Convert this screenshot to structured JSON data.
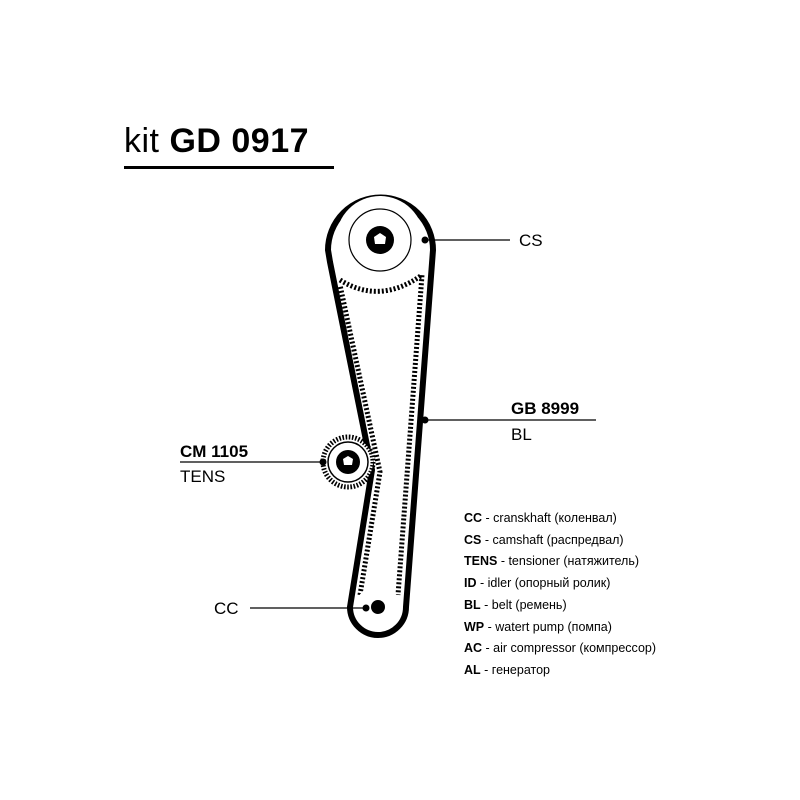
{
  "title": {
    "prefix": "kit",
    "code": "GD 0917"
  },
  "callouts": {
    "cs": "CS",
    "belt_code": "GB 8999",
    "belt_label": "BL",
    "tensioner_code": "CM 1105",
    "tensioner_label": "TENS",
    "cc": "CC"
  },
  "legend": [
    {
      "abbr": "CC",
      "text": "- cranskhaft (коленвал)"
    },
    {
      "abbr": "CS",
      "text": "- camshaft (распредвал)"
    },
    {
      "abbr": "TENS",
      "text": "- tensioner (натяжитель)"
    },
    {
      "abbr": "ID",
      "text": "- idler (опорный ролик)"
    },
    {
      "abbr": "BL",
      "text": "- belt (ремень)"
    },
    {
      "abbr": "WP",
      "text": "- watert pump (помпа)"
    },
    {
      "abbr": "AC",
      "text": "- air compressor (компрессор)"
    },
    {
      "abbr": "AL",
      "text": "- генератор"
    }
  ]
}
